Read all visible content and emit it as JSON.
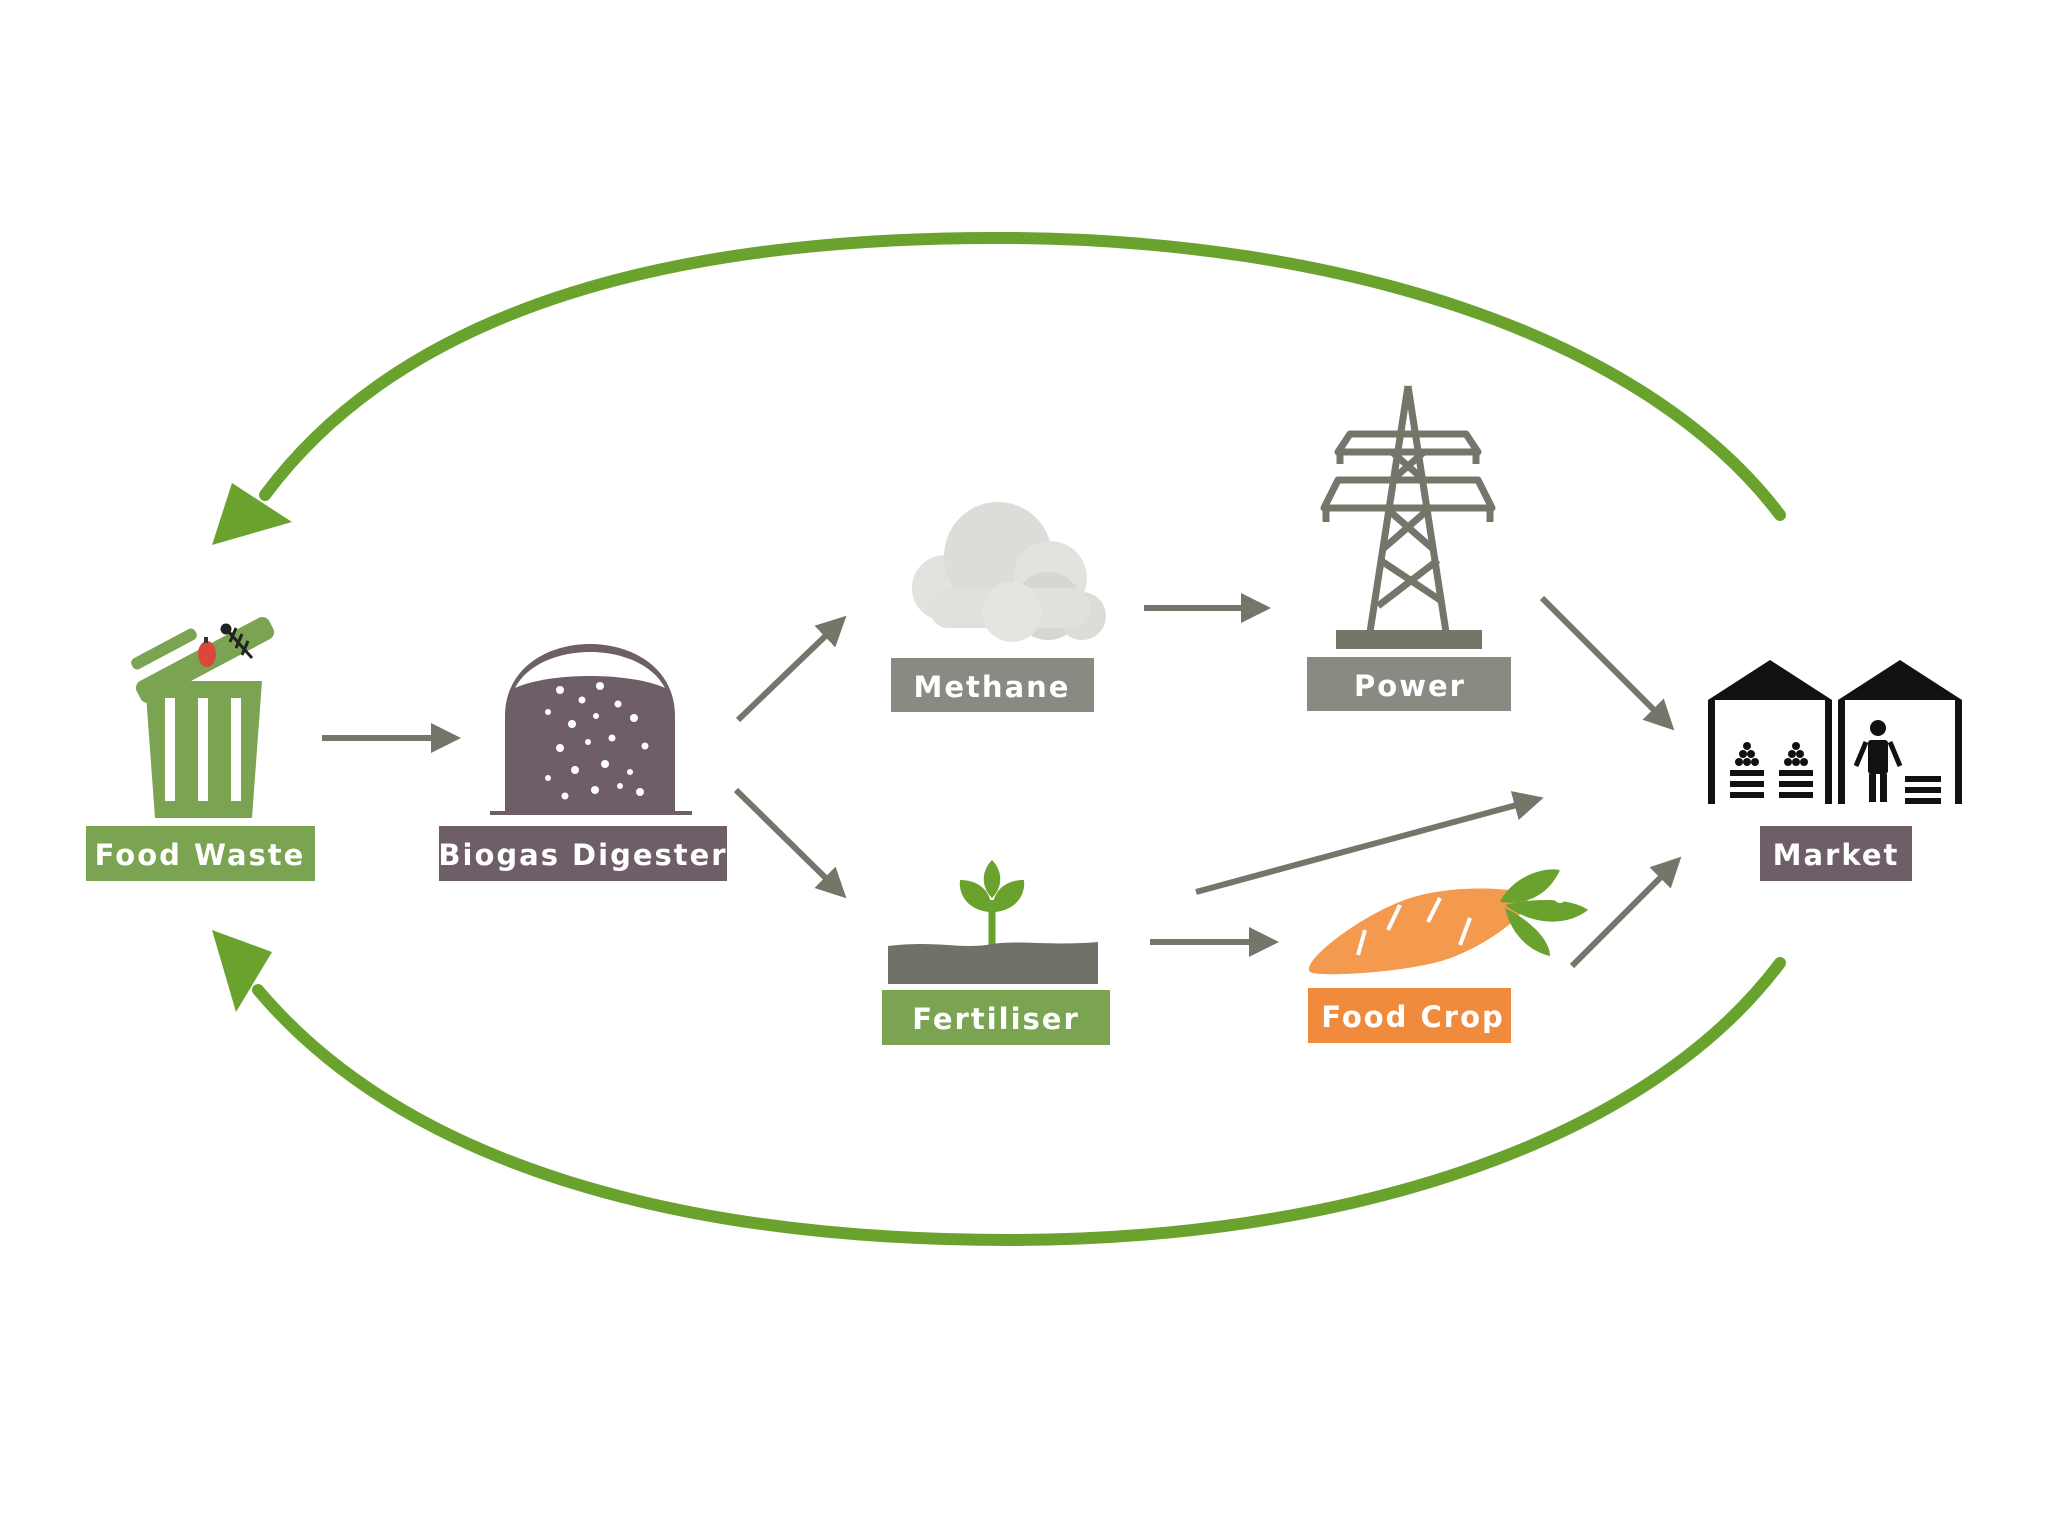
{
  "nodes": {
    "food_waste": {
      "label": "Food Waste",
      "color": "#7aa352"
    },
    "biogas_digester": {
      "label": "Biogas Digester",
      "color": "#6e5e68"
    },
    "methane": {
      "label": "Methane",
      "color": "#8a8a82"
    },
    "power": {
      "label": "Power",
      "color": "#8a8a82"
    },
    "fertiliser": {
      "label": "Fertiliser",
      "color": "#7aa352"
    },
    "food_crop": {
      "label": "Food Crop",
      "color": "#f08a3c"
    },
    "market": {
      "label": "Market",
      "color": "#6e5e68"
    }
  },
  "colors": {
    "cycle_arrow": "#6aa22e",
    "flow_arrow": "#73776a",
    "bin": "#7aa352",
    "digester": "#6e5e68",
    "cloud": "#dddddb",
    "pylon": "#73776a",
    "soil": "#6f7367",
    "sprout": "#6aa22e",
    "carrot": "#f39a4e",
    "carrot_leaf": "#6aa22e",
    "market_icon": "#111111"
  },
  "icons": [
    "trash-bin-icon",
    "digester-icon",
    "cloud-icon",
    "pylon-icon",
    "sprout-icon",
    "carrot-icon",
    "market-stall-icon"
  ]
}
